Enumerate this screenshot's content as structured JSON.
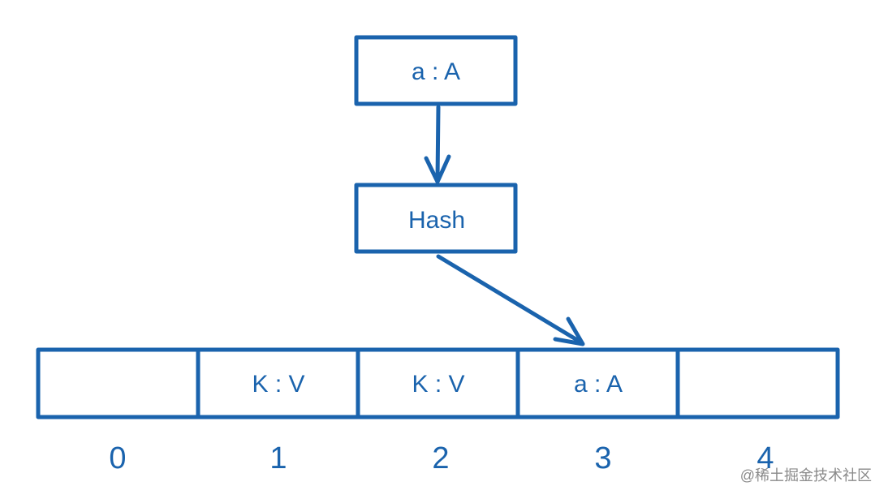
{
  "colors": {
    "stroke": "#1a63ad",
    "text": "#1a63ad",
    "watermark": "#8a8a8a",
    "background": "#ffffff"
  },
  "input_node": {
    "label": "a : A"
  },
  "hash_node": {
    "label": "Hash"
  },
  "buckets": [
    {
      "index": "0",
      "content": ""
    },
    {
      "index": "1",
      "content": "K : V"
    },
    {
      "index": "2",
      "content": "K : V"
    },
    {
      "index": "3",
      "content": "a : A"
    },
    {
      "index": "4",
      "content": ""
    }
  ],
  "watermark": "@稀土掘金技术社区"
}
